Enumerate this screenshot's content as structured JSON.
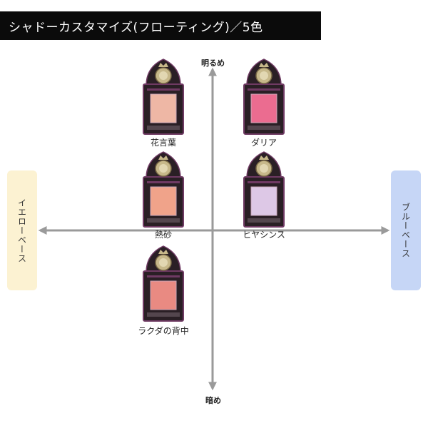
{
  "title": "シャドーカスタマイズ(フローティング)／5色",
  "axes": {
    "top": "明るめ",
    "bottom": "暗め",
    "left": "イエローベース",
    "right": "ブルーベース"
  },
  "colors": {
    "axis": "#9a9a9a",
    "yellow_box": "#fcf2d2",
    "blue_box": "#c6d6f6",
    "package_dark": "#2a1f25",
    "package_trim": "#6f3a63",
    "emblem_gold": "#c7b88a"
  },
  "shades": [
    {
      "name": "花言葉",
      "color": "#eeb7a5"
    },
    {
      "name": "ダリア",
      "color": "#eb6c90"
    },
    {
      "name": "熱砂",
      "color": "#f0a38a"
    },
    {
      "name": "ヒヤシンス",
      "color": "#ddc8e6"
    },
    {
      "name": "ラクダの背中",
      "color": "#e98a82"
    }
  ]
}
